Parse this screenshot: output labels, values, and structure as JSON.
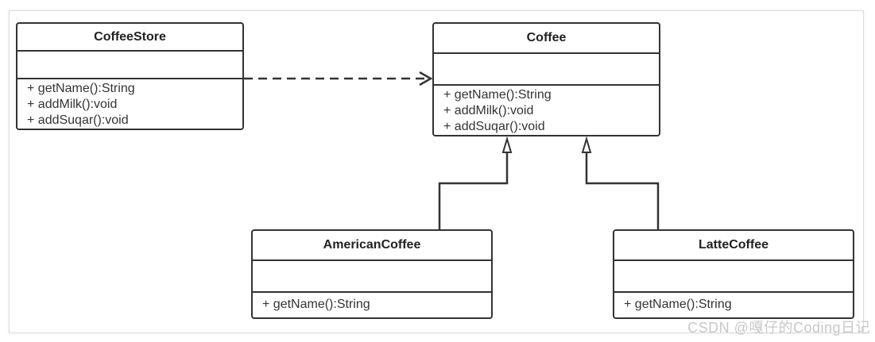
{
  "diagram": {
    "classes": {
      "coffee_store": {
        "name": "CoffeeStore",
        "operations": [
          "+ getName():String",
          "+ addMilk():void",
          "+ addSuqar():void"
        ]
      },
      "coffee": {
        "name": "Coffee",
        "operations": [
          "+ getName():String",
          "+ addMilk():void",
          "+ addSuqar():void"
        ]
      },
      "american_coffee": {
        "name": "AmericanCoffee",
        "operations": [
          "+ getName():String"
        ]
      },
      "latte_coffee": {
        "name": "LatteCoffee",
        "operations": [
          "+ getName():String"
        ]
      }
    },
    "relations": [
      {
        "from": "CoffeeStore",
        "to": "Coffee",
        "type": "dependency"
      },
      {
        "from": "AmericanCoffee",
        "to": "Coffee",
        "type": "generalization"
      },
      {
        "from": "LatteCoffee",
        "to": "Coffee",
        "type": "generalization"
      }
    ],
    "colors": {
      "line": "#333333",
      "border": "#333333",
      "text": "#222222",
      "watermark": "#c8c8c8"
    }
  },
  "watermark": "CSDN @嘎仔的Coding日记"
}
